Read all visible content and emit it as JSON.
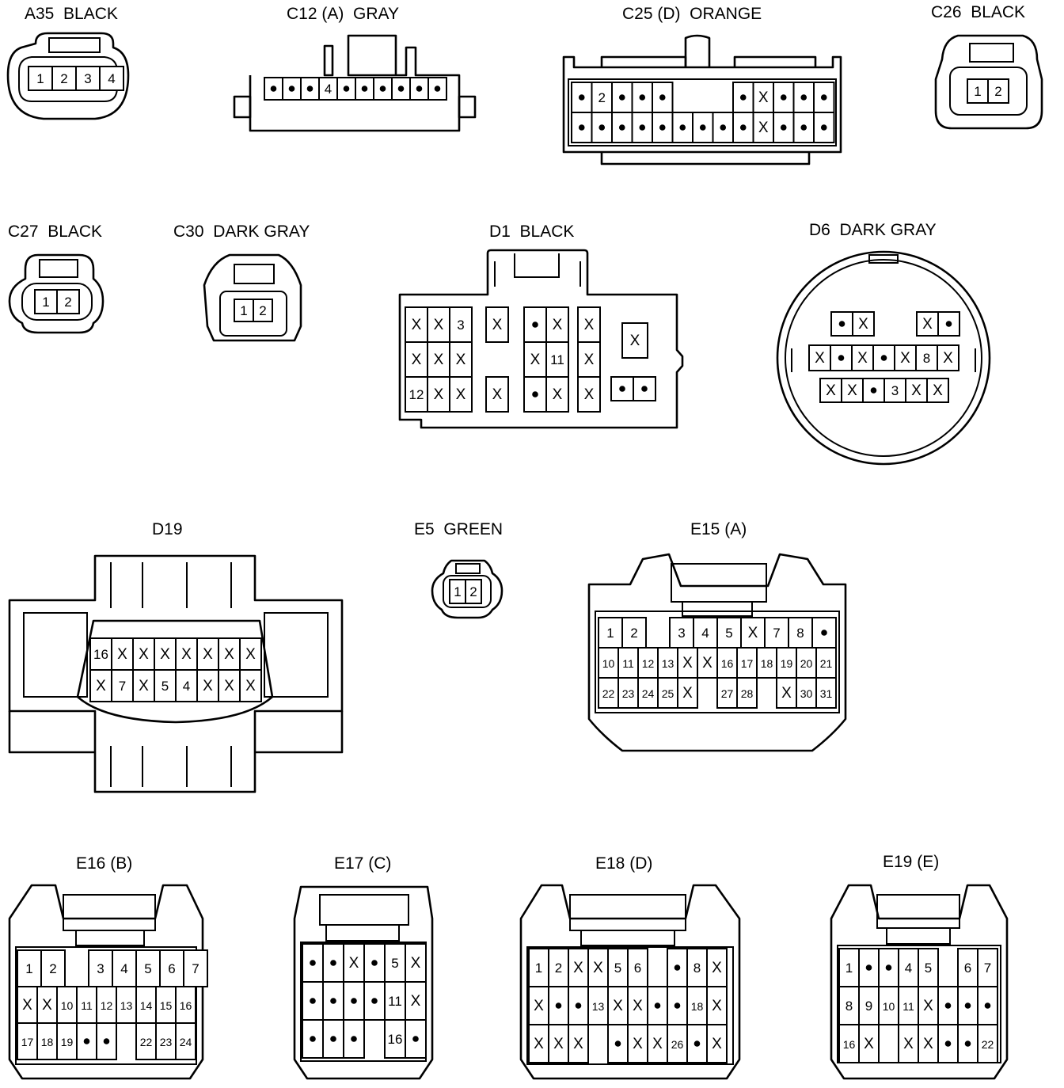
{
  "connectors": [
    {
      "id": "A35",
      "label": "A35  BLACK",
      "cells": [
        [
          "1",
          "2",
          "3",
          "4"
        ]
      ]
    },
    {
      "id": "C12",
      "label": "C12 (A)  GRAY",
      "cells": [
        [
          "•",
          "•",
          "•",
          "4",
          "•",
          "•",
          "•",
          "•",
          "•",
          "•"
        ]
      ]
    },
    {
      "id": "C25",
      "label": "C25 (D)  ORANGE",
      "cells": [
        [
          "•",
          "2",
          "•",
          "•",
          "•",
          "",
          "",
          "",
          "•",
          "X",
          "•",
          "•",
          "•"
        ],
        [
          "•",
          "•",
          "•",
          "•",
          "•",
          "•",
          "•",
          "•",
          "•",
          "X",
          "•",
          "•",
          "•"
        ]
      ]
    },
    {
      "id": "C26",
      "label": "C26  BLACK",
      "cells": [
        [
          "1",
          "2"
        ]
      ]
    },
    {
      "id": "C27",
      "label": "C27  BLACK",
      "cells": [
        [
          "1",
          "2"
        ]
      ]
    },
    {
      "id": "C30",
      "label": "C30  DARK GRAY",
      "cells": [
        [
          "1",
          "2"
        ]
      ]
    },
    {
      "id": "D1",
      "label": "D1  BLACK",
      "groups": [
        {
          "rows": [
            [
              "X",
              "X",
              "3"
            ],
            [
              "X",
              "X",
              "X"
            ],
            [
              "12",
              "X",
              "X"
            ]
          ]
        },
        {
          "rows": [
            [
              "X"
            ],
            [
              ""
            ],
            [
              "X"
            ]
          ]
        },
        {
          "rows": [
            [
              "•",
              "X"
            ],
            [
              "X",
              "11"
            ],
            [
              "•",
              "X"
            ]
          ]
        },
        {
          "rows": [
            [
              "X"
            ],
            [
              "X"
            ],
            [
              "X"
            ]
          ]
        },
        {
          "rows": [
            [
              "X"
            ]
          ]
        },
        {
          "rows": [
            [
              "•",
              "•"
            ]
          ]
        }
      ]
    },
    {
      "id": "D6",
      "label": "D6  DARK GRAY",
      "cells": [
        [
          "•",
          "X",
          "",
          "",
          "X",
          "•"
        ],
        [
          "X",
          "•",
          "X",
          "•",
          "X",
          "8",
          "X"
        ],
        [
          "X",
          "X",
          "•",
          "3",
          "X",
          "X"
        ]
      ]
    },
    {
      "id": "D19",
      "label": "D19",
      "cells": [
        [
          "16",
          "X",
          "X",
          "X",
          "X",
          "X",
          "X",
          "X"
        ],
        [
          "X",
          "7",
          "X",
          "5",
          "4",
          "X",
          "X",
          "X"
        ]
      ]
    },
    {
      "id": "E5",
      "label": "E5  GREEN",
      "cells": [
        [
          "1",
          "2"
        ]
      ]
    },
    {
      "id": "E15",
      "label": "E15 (A)",
      "cells": [
        [
          "1",
          "2",
          "",
          "3",
          "4",
          "5",
          "X",
          "7",
          "8",
          "•"
        ],
        [
          "10",
          "11",
          "12",
          "13",
          "X",
          "X",
          "16",
          "17",
          "18",
          "19",
          "20",
          "21"
        ],
        [
          "22",
          "23",
          "24",
          "25",
          "X",
          "",
          "27",
          "28",
          "",
          "X",
          "30",
          "31"
        ]
      ]
    },
    {
      "id": "E16",
      "label": "E16 (B)",
      "cells": [
        [
          "1",
          "2",
          "",
          "3",
          "4",
          "5",
          "6",
          "7"
        ],
        [
          "X",
          "X",
          "10",
          "11",
          "12",
          "13",
          "14",
          "15",
          "16"
        ],
        [
          "17",
          "18",
          "19",
          "•",
          "•",
          "",
          "22",
          "23",
          "24"
        ]
      ]
    },
    {
      "id": "E17",
      "label": "E17 (C)",
      "cells": [
        [
          "•",
          "•",
          "X",
          "•",
          "5",
          "X"
        ],
        [
          "•",
          "•",
          "•",
          "•",
          "11",
          "X"
        ],
        [
          "•",
          "•",
          "•",
          "",
          "16",
          "•"
        ]
      ]
    },
    {
      "id": "E18",
      "label": "E18 (D)",
      "cells": [
        [
          "1",
          "2",
          "X",
          "X",
          "5",
          "6",
          "",
          "•",
          "8",
          "X"
        ],
        [
          "X",
          "•",
          "•",
          "13",
          "X",
          "X",
          "•",
          "•",
          "18",
          "X"
        ],
        [
          "X",
          "X",
          "X",
          "",
          "•",
          "X",
          "X",
          "26",
          "•",
          "X"
        ]
      ]
    },
    {
      "id": "E19",
      "label": "E19 (E)",
      "cells": [
        [
          "1",
          "•",
          "•",
          "4",
          "5",
          "",
          "6",
          "7"
        ],
        [
          "8",
          "9",
          "10",
          "11",
          "X",
          "•",
          "•",
          "•"
        ],
        [
          "16",
          "X",
          "",
          "X",
          "X",
          "•",
          "•",
          "22"
        ]
      ]
    }
  ]
}
